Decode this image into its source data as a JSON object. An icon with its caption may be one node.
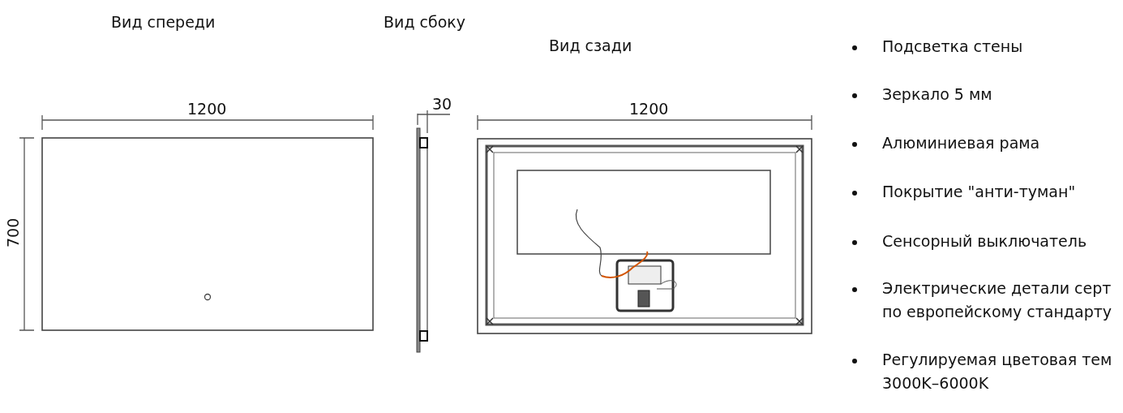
{
  "diagram": {
    "labels": [
      "Вид спереди",
      "Вид сбоку",
      "Вид сзади",
      "1200",
      "30",
      "1200",
      "700",
      "Подсветка стены",
      "Зеркало 5 мм",
      "Алюминиевая рама",
      "Покрытие \"анти-туман\"",
      "Сенсорный выключатель",
      "Электрические детали серт по европейскому стандарту",
      "Регулируемая цветовая тем 3000K–6000K"
    ]
  }
}
